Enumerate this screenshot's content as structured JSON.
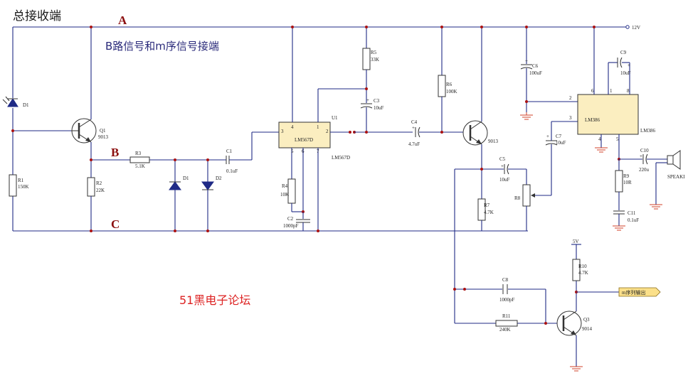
{
  "title": "总接收端",
  "subtitle": "B路信号和m序信号接端",
  "forum": "51黑电子论坛",
  "nodes": {
    "a": "A",
    "b": "B",
    "c": "C"
  },
  "supply": {
    "v12": "12V",
    "v5": "5V"
  },
  "ics": {
    "u1": {
      "body": "LM567D",
      "ref": "U1",
      "part": "LM567D",
      "pins": [
        "3",
        "4",
        "1",
        "2",
        "5",
        "6",
        "7"
      ]
    },
    "u2": {
      "body": "LM386",
      "part": "LM386",
      "pins": [
        "2",
        "3",
        "6",
        "8",
        "1",
        "4",
        "5"
      ]
    }
  },
  "parts": {
    "d1_photo": "D1",
    "q1": {
      "ref": "Q1",
      "value": "9013"
    },
    "r1": {
      "ref": "R1",
      "value": "150K"
    },
    "r2": {
      "ref": "R2",
      "value": "22K"
    },
    "r3": {
      "ref": "R3",
      "value": "5.1K"
    },
    "d1": "D1",
    "d2": "D2",
    "c1": {
      "ref": "C1",
      "value": "0.1uF"
    },
    "r4": {
      "ref": "R4",
      "value": "10K"
    },
    "c2": {
      "ref": "C2",
      "value": "1000pF"
    },
    "r5": {
      "ref": "R5",
      "value": "33K"
    },
    "c3": {
      "ref": "C3",
      "value": "10uF"
    },
    "c4": {
      "ref": "C4",
      "value": "4.7uF"
    },
    "r6": {
      "ref": "R6",
      "value": "100K"
    },
    "q2": {
      "value": "9013"
    },
    "c5": {
      "ref": "C5",
      "value": "10uF"
    },
    "r7": {
      "ref": "R7",
      "value": "4.7K"
    },
    "r8": {
      "ref": "R8"
    },
    "c6": {
      "ref": "C6",
      "value": "100uF"
    },
    "c7": {
      "ref": "C7",
      "value": "10uF"
    },
    "c9": {
      "ref": "C9",
      "value": "10uF"
    },
    "c10": {
      "ref": "C10",
      "value": "220u"
    },
    "r9": {
      "ref": "R9",
      "value": "10R"
    },
    "c11": {
      "ref": "C11",
      "value": "0.1uF"
    },
    "speaker": "SPEAKI",
    "c8": {
      "ref": "C8",
      "value": "1000pF"
    },
    "r11": {
      "ref": "R11",
      "value": "240K"
    },
    "r10": {
      "ref": "R10",
      "value": "4.7K"
    },
    "q3": {
      "ref": "Q3",
      "value": "9014"
    },
    "out": "m序列输出"
  },
  "polarity": "+"
}
